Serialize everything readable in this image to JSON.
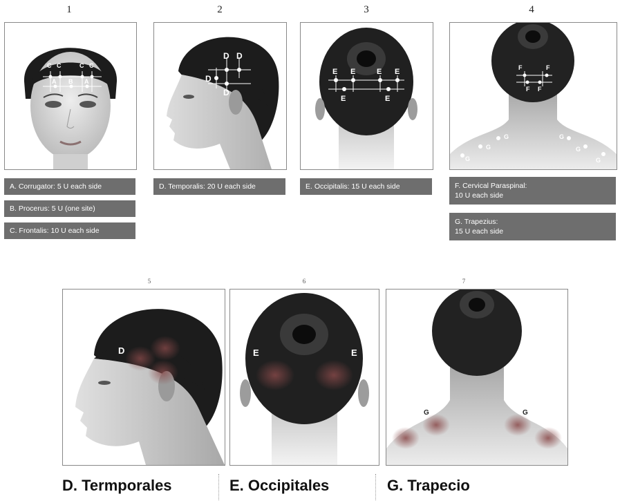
{
  "top_row": {
    "panels": [
      {
        "number": "1",
        "markers": [
          "C",
          "C",
          "C",
          "C",
          "A",
          "B",
          "A"
        ]
      },
      {
        "number": "2",
        "markers": [
          "D",
          "D",
          "D",
          "D"
        ]
      },
      {
        "number": "3",
        "markers": [
          "E",
          "E",
          "E",
          "E",
          "E",
          "E"
        ]
      },
      {
        "number": "4",
        "markers": [
          "F",
          "F",
          "F",
          "F",
          "G",
          "G",
          "G",
          "G",
          "G",
          "G"
        ]
      }
    ],
    "captions": {
      "panel1": [
        "A. Corrugator: 5 U each side",
        "B. Procerus: 5 U (one site)",
        "C. Frontalis: 10 U each side"
      ],
      "panel2": [
        "D. Temporalis: 20 U each side"
      ],
      "panel3": [
        "E. Occipitalis: 15 U each side"
      ],
      "panel4": [
        {
          "line1": "F. Cervical Paraspinal:",
          "line2": "10 U each side"
        },
        {
          "line1": "G. Trapezius:",
          "line2": "15 U each side"
        }
      ]
    }
  },
  "bottom_row": {
    "panels": [
      {
        "number": "5",
        "markers": [
          "D"
        ]
      },
      {
        "number": "6",
        "markers": [
          "E",
          "E"
        ]
      },
      {
        "number": "7",
        "markers": [
          "G",
          "G"
        ]
      }
    ],
    "labels": [
      "D. Termporales",
      "E. Occipitales",
      "G. Trapecio"
    ]
  },
  "colors": {
    "caption_bg": "#6e6e6e",
    "marker": "#ffffff",
    "highlight": "#8a4a4a"
  }
}
